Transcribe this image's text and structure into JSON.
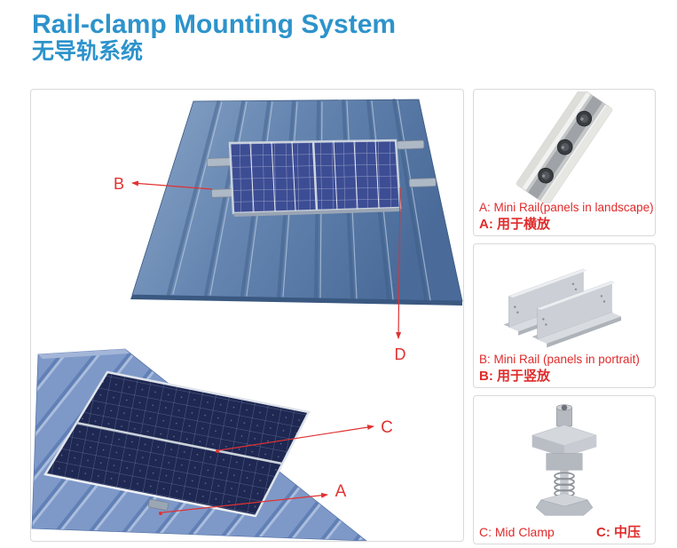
{
  "header": {
    "title_en": "Rail-clamp Mounting System",
    "title_zh": "无导轨系统"
  },
  "colors": {
    "title_blue": "#2d93cb",
    "callout_red": "#e03232",
    "caption_red": "#e02b2b",
    "box_border": "#d9d9d9",
    "roof_top_blue": "#5d7ea9",
    "roof_bottom_blue": "#7e99c8",
    "panel_navy_top": "#3d4d94",
    "panel_navy_bottom": "#1e2852"
  },
  "main_figure": {
    "labels": {
      "a": "A",
      "b": "B",
      "c": "C",
      "d": "D"
    },
    "scenes": [
      {
        "name": "panels-landscape-on-trapezoid-roof",
        "callouts": [
          "B",
          "D"
        ]
      },
      {
        "name": "panels-portrait-on-trapezoid-roof",
        "callouts": [
          "C",
          "A"
        ]
      }
    ]
  },
  "sidebar": {
    "items": [
      {
        "id": "A",
        "caption_en": "A: Mini Rail(panels in landscape)",
        "caption_zh": "A: 用于横放",
        "image": "mini-rail-landscape"
      },
      {
        "id": "B",
        "caption_en": "B: Mini Rail (panels in portrait)",
        "caption_zh": "B: 用于竖放",
        "image": "mini-rail-portrait"
      },
      {
        "id": "C",
        "caption_en": "C: Mid Clamp",
        "caption_zh": "C: 中压",
        "image": "mid-clamp"
      }
    ]
  }
}
